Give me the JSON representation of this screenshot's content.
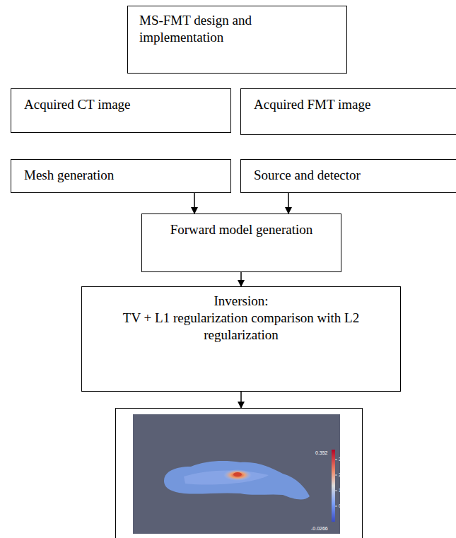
{
  "diagram": {
    "nodes": [
      {
        "text": [
          "MS-FMT design and implementation"
        ]
      },
      {
        "text": [
          "Acquired  CT image"
        ]
      },
      {
        "text": [
          "Acquired FMT image"
        ]
      },
      {
        "text": [
          "Mesh generation"
        ]
      },
      {
        "text": [
          "Source and detector"
        ]
      },
      {
        "text": [
          "Forward model generation"
        ]
      },
      {
        "text": [
          "Inversion:",
          "TV + L1 regularization comparison with L2 regularization"
        ]
      },
      {
        "text": [
          "0.352",
          "-0.0266"
        ]
      }
    ],
    "edges": [
      {
        "from": 3,
        "to": 5,
        "arrow": "to"
      },
      {
        "from": 4,
        "to": 5,
        "arrow": "to"
      },
      {
        "from": 5,
        "to": 6,
        "arrow": "to"
      },
      {
        "from": 6,
        "to": 7,
        "arrow": "to"
      }
    ],
    "labels": [
      "3",
      "2",
      "1",
      "0"
    ]
  }
}
